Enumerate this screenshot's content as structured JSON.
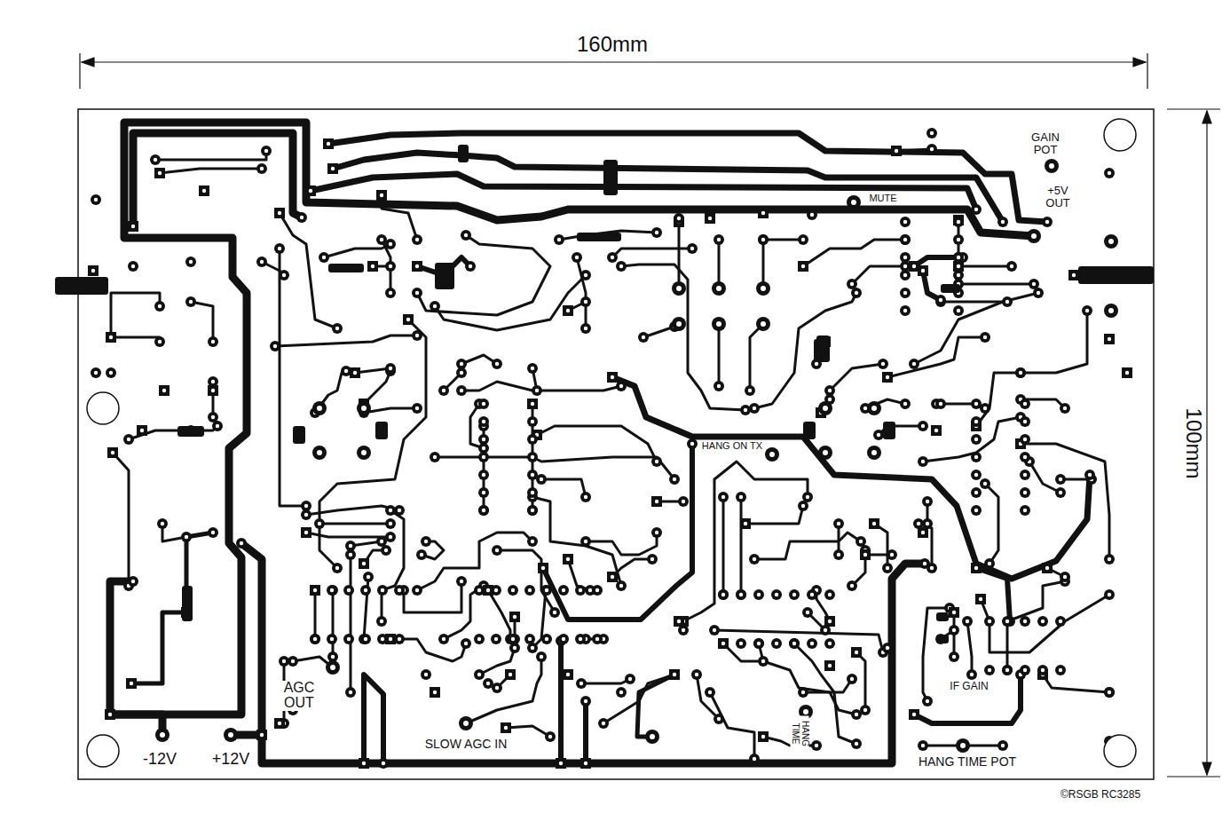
{
  "diagram": {
    "labels": [
      "160mm",
      "100mm",
      "GAIN POT",
      "+5V OUT",
      "MUTE",
      "HANG ON TX",
      "AGC OUT",
      "SLOW AGC IN",
      "-12V",
      "+12V",
      "IF GAIN",
      "HANG TIME POT",
      "HANG TIME",
      "©RSGB RC3285"
    ]
  }
}
